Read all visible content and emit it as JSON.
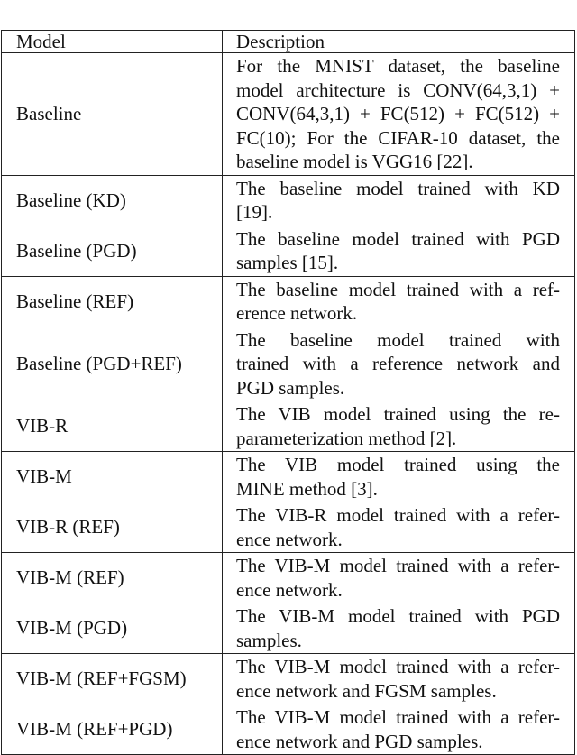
{
  "table": {
    "headers": [
      "Model",
      "Description"
    ],
    "rows": [
      {
        "model": "Baseline",
        "lines": [
          "For the MNIST dataset, the baseline",
          "model architecture is CONV(64,3,1) +",
          "CONV(64,3,1) + FC(512) + FC(512) +",
          "FC(10); For the CIFAR-10 dataset, the",
          "baseline model is VGG16 [22]."
        ]
      },
      {
        "model": "Baseline (KD)",
        "lines": [
          "The baseline model trained with KD",
          "[19]."
        ]
      },
      {
        "model": "Baseline (PGD)",
        "lines": [
          "The baseline model trained with PGD",
          "samples [15]."
        ]
      },
      {
        "model": "Baseline (REF)",
        "lines": [
          "The baseline model trained with a ref-",
          "erence network."
        ]
      },
      {
        "model": "Baseline (PGD+REF)",
        "lines": [
          "The baseline model trained with",
          "trained with a reference network and",
          "PGD samples."
        ]
      },
      {
        "model": "VIB-R",
        "lines": [
          "The VIB model trained using the re-",
          "parameterization method [2]."
        ]
      },
      {
        "model": "VIB-M",
        "lines": [
          "The VIB model trained using the",
          "MINE method [3]."
        ]
      },
      {
        "model": "VIB-R (REF)",
        "lines": [
          "The VIB-R model trained with a refer-",
          "ence network."
        ]
      },
      {
        "model": "VIB-M (REF)",
        "lines": [
          "The VIB-M model trained with a refer-",
          "ence network."
        ]
      },
      {
        "model": "VIB-M (PGD)",
        "lines": [
          "The VIB-M model trained with PGD",
          "samples."
        ]
      },
      {
        "model": "VIB-M (REF+FGSM)",
        "lines": [
          "The VIB-M model trained with a refer-",
          "ence network and FGSM samples."
        ]
      },
      {
        "model": "VIB-M (REF+PGD)",
        "lines": [
          "The VIB-M model trained with a refer-",
          "ence network and PGD samples."
        ]
      }
    ]
  }
}
